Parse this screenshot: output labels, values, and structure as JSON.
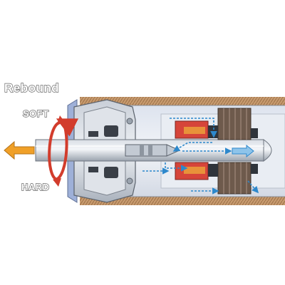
{
  "labels": {
    "title": "Rebound",
    "soft": "SOFT",
    "hard": "HARD"
  },
  "colors": {
    "background": "#ffffff",
    "outer_tube": "#c79a6e",
    "tube_interior": "#e6eaf2",
    "piston_rod": "#b4bcc8",
    "steel_parts": "#9aa3ae",
    "seal_dark": "#3a3f47",
    "piston_band": "#6e5a4c",
    "valve_red": "#d6453a",
    "valve_orange": "#e8923a",
    "flow_arrows": "#2d88cc",
    "adjuster_arrow": "#d23c2c",
    "rod_motion_arrow": "#f0a028",
    "cap_blue": "#9eb0d8"
  },
  "icons": {
    "adjuster_rotation": "circular-arrow-icon",
    "rod_motion": "left-arrow-icon",
    "oil_flow": "flow-arrow-icon"
  }
}
